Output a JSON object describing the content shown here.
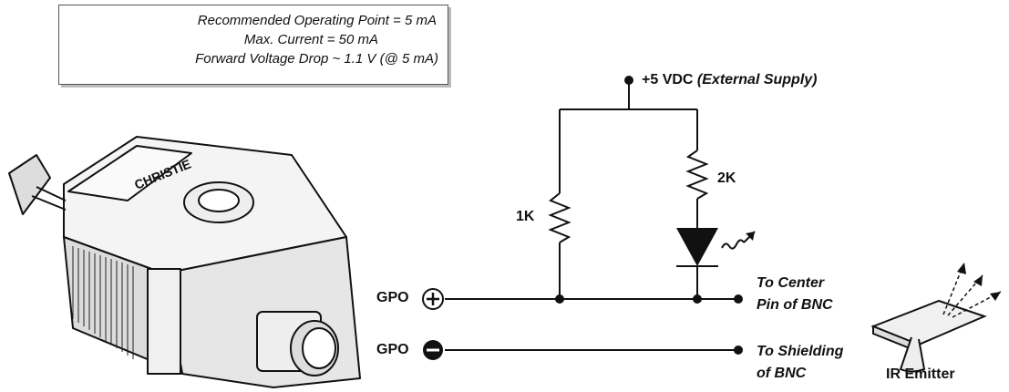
{
  "notes": {
    "line1": "Recommended Operating Point = 5 mA",
    "line2": "Max. Current = 50 mA",
    "line3": "Forward Voltage Drop ~ 1.1 V (@ 5 mA)"
  },
  "supply": {
    "label": "+5 VDC",
    "suffix": "(External Supply)"
  },
  "components": {
    "resistor_1": "1K",
    "resistor_2": "2K"
  },
  "outputs": {
    "gpo_plus": "GPO",
    "gpo_minus": "GPO",
    "center_line1": "To Center",
    "center_line2": "Pin of BNC",
    "shield_line1": "To Shielding",
    "shield_line2": "of BNC"
  },
  "emitter": {
    "label": "IR Emitter"
  },
  "projector": {
    "brand": "CHRISTIE"
  }
}
